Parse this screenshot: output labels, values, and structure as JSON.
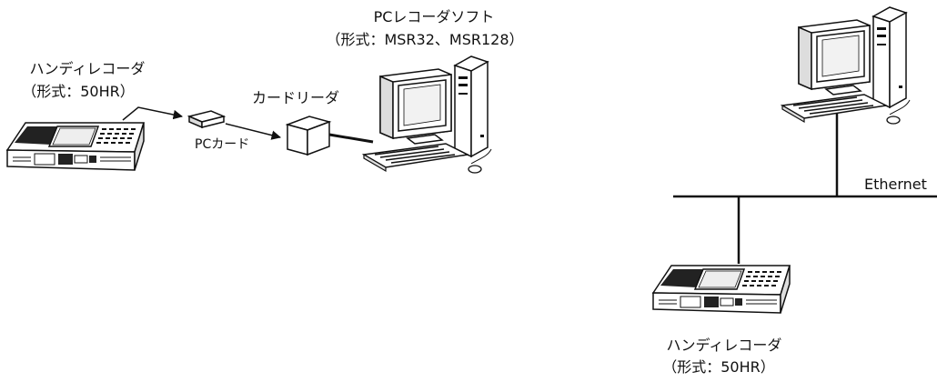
{
  "left_diagram": {
    "recorder": {
      "name": "ハンディレコーダ",
      "model": "（形式：50HR）"
    },
    "pc_card": {
      "label": "PCカード"
    },
    "card_reader": {
      "label": "カードリーダ"
    },
    "software": {
      "name": "PCレコーダソフト",
      "model": "（形式：MSR32、MSR128）"
    }
  },
  "right_diagram": {
    "network": {
      "label": "Ethernet"
    },
    "recorder": {
      "name": "ハンディレコーダ",
      "model": "（形式：50HR）"
    }
  }
}
